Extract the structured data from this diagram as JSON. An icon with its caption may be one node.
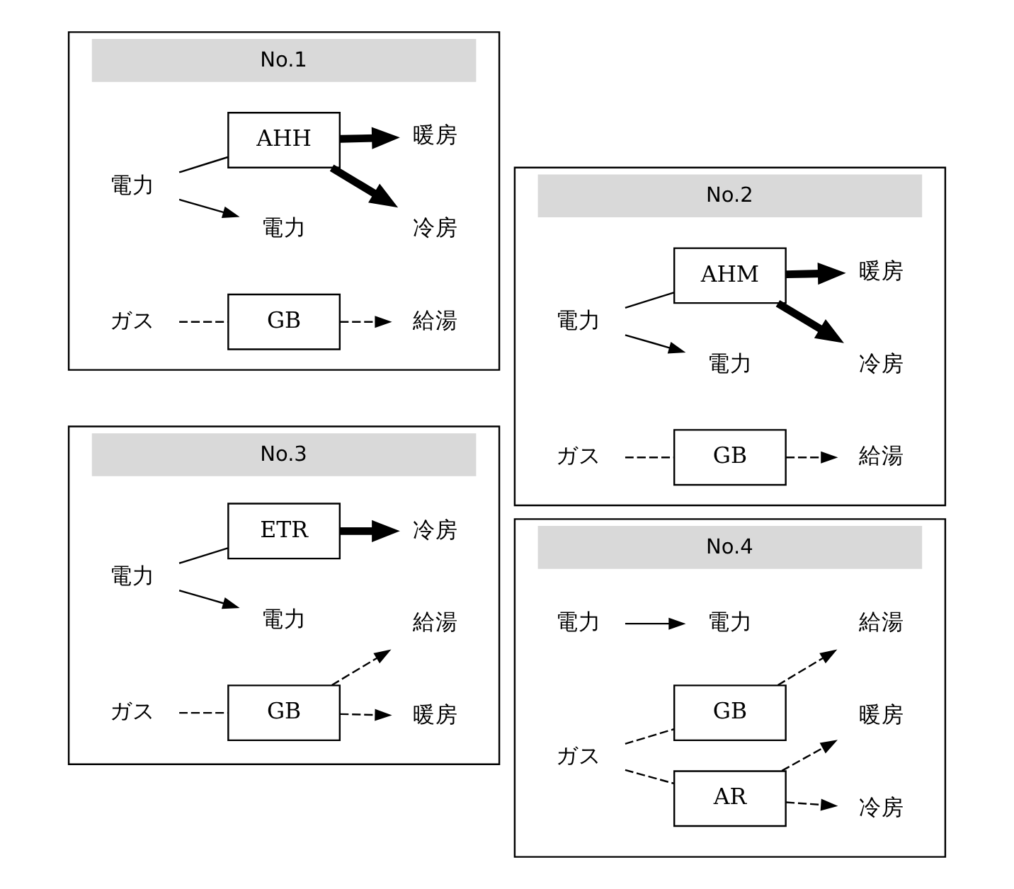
{
  "diagram": {
    "nodes": [
      {
        "text": [
          "No.1"
        ]
      },
      {
        "text": [
          "電力"
        ],
        "in": 0
      },
      {
        "text": [
          "電力"
        ],
        "in": 0
      },
      {
        "text": [
          "AHH"
        ],
        "in": 0
      },
      {
        "text": [
          "冷房"
        ],
        "in": 0
      },
      {
        "text": [
          "暖房"
        ],
        "in": 0
      },
      {
        "text": [
          "ガス"
        ],
        "in": 0
      },
      {
        "text": [
          "GB"
        ],
        "in": 0
      },
      {
        "text": [
          "給湯"
        ],
        "in": 0
      },
      {
        "text": [
          "No.2"
        ]
      },
      {
        "text": [
          "電力"
        ],
        "in": 9
      },
      {
        "text": [
          "電力"
        ],
        "in": 9
      },
      {
        "text": [
          "AHM"
        ],
        "in": 9
      },
      {
        "text": [
          "冷房"
        ],
        "in": 9
      },
      {
        "text": [
          "暖房"
        ],
        "in": 9
      },
      {
        "text": [
          "ガス"
        ],
        "in": 9
      },
      {
        "text": [
          "GB"
        ],
        "in": 9
      },
      {
        "text": [
          "給湯"
        ],
        "in": 9
      },
      {
        "text": [
          "No.3"
        ]
      },
      {
        "text": [
          "電力"
        ],
        "in": 18
      },
      {
        "text": [
          "電力"
        ],
        "in": 18
      },
      {
        "text": [
          "ETR"
        ],
        "in": 18
      },
      {
        "text": [
          "冷房"
        ],
        "in": 18
      },
      {
        "text": [
          "ガス"
        ],
        "in": 18
      },
      {
        "text": [
          "GB"
        ],
        "in": 18
      },
      {
        "text": [
          "暖房"
        ],
        "in": 18
      },
      {
        "text": [
          "給湯"
        ],
        "in": 18
      },
      {
        "text": [
          "No.4"
        ]
      },
      {
        "text": [
          "電力"
        ],
        "in": 27
      },
      {
        "text": [
          "電力"
        ],
        "in": 27
      },
      {
        "text": [
          "ガス"
        ],
        "in": 27
      },
      {
        "text": [
          "AR"
        ],
        "in": 27
      },
      {
        "text": [
          "冷房"
        ],
        "in": 27
      },
      {
        "text": [
          "暖房"
        ],
        "in": 27
      },
      {
        "text": [
          "GB"
        ],
        "in": 27
      },
      {
        "text": [
          "給湯"
        ],
        "in": 27
      }
    ],
    "edges": [
      {
        "from": 1,
        "to": 2,
        "arrow": "to"
      },
      {
        "from": 1,
        "to": 3,
        "arrow": "none"
      },
      {
        "from": 3,
        "to": 4,
        "arrow": "to",
        "style": "thick"
      },
      {
        "from": 3,
        "to": 5,
        "arrow": "to",
        "style": "thick"
      },
      {
        "from": 6,
        "to": 7,
        "arrow": "none",
        "style": "dashed"
      },
      {
        "from": 7,
        "to": 8,
        "arrow": "to",
        "style": "dashed"
      },
      {
        "from": 10,
        "to": 11,
        "arrow": "to"
      },
      {
        "from": 10,
        "to": 12,
        "arrow": "none"
      },
      {
        "from": 12,
        "to": 13,
        "arrow": "to",
        "style": "thick"
      },
      {
        "from": 12,
        "to": 14,
        "arrow": "to",
        "style": "thick"
      },
      {
        "from": 15,
        "to": 16,
        "arrow": "none",
        "style": "dashed"
      },
      {
        "from": 16,
        "to": 17,
        "arrow": "to",
        "style": "dashed"
      },
      {
        "from": 19,
        "to": 20,
        "arrow": "to"
      },
      {
        "from": 19,
        "to": 21,
        "arrow": "none"
      },
      {
        "from": 21,
        "to": 22,
        "arrow": "to",
        "style": "thick"
      },
      {
        "from": 23,
        "to": 24,
        "arrow": "none",
        "style": "dashed"
      },
      {
        "from": 24,
        "to": 25,
        "arrow": "to",
        "style": "dashed"
      },
      {
        "from": 24,
        "to": 26,
        "arrow": "to",
        "style": "dashed"
      },
      {
        "from": 28,
        "to": 29,
        "arrow": "to"
      },
      {
        "from": 30,
        "to": 31,
        "arrow": "none",
        "style": "dashed"
      },
      {
        "from": 30,
        "to": 34,
        "arrow": "none",
        "style": "dashed"
      },
      {
        "from": 31,
        "to": 32,
        "arrow": "to",
        "style": "dashed"
      },
      {
        "from": 31,
        "to": 33,
        "arrow": "to",
        "style": "dashed"
      },
      {
        "from": 34,
        "to": 35,
        "arrow": "to",
        "style": "dashed"
      }
    ]
  }
}
